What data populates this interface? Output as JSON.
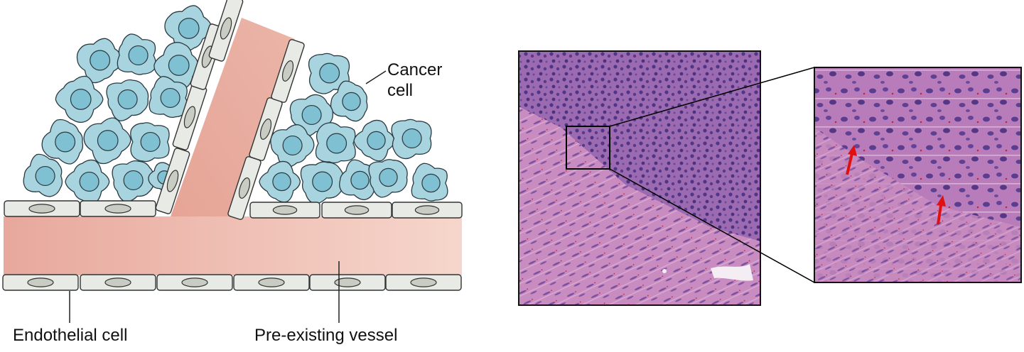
{
  "labels": {
    "cancer_cell_line1": "Cancer",
    "cancer_cell_line2": "cell",
    "endothelial_cell": "Endothelial cell",
    "pre_existing_vessel": "Pre-existing vessel"
  },
  "colors": {
    "vessel_lumen": "#f0c0b4",
    "endothelial_fill": "#e8eae5",
    "endothelial_nucleus": "#c8ccc2",
    "cancer_cell_fill": "#a8d4e0",
    "cancer_cell_nucleus": "#7fc0d2",
    "tissue_base": "#b877b9",
    "tissue_dark": "#5a3a8c",
    "arrow": "#e01010"
  },
  "icons": {
    "arrow_in_zoom": "red-arrow-icon"
  }
}
